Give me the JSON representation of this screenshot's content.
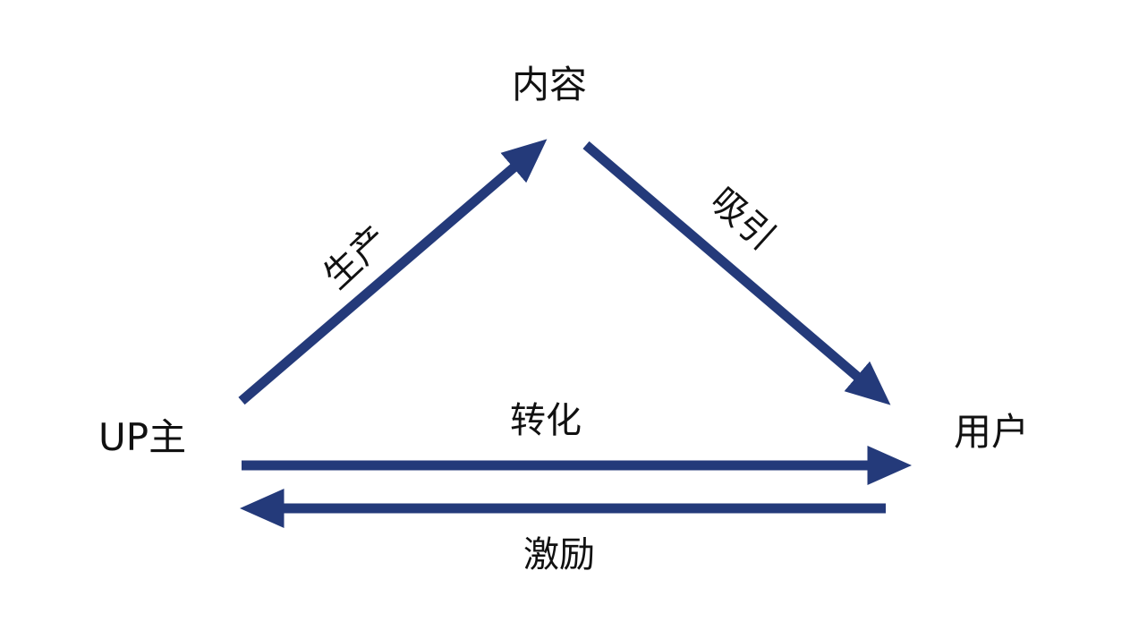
{
  "nodes": {
    "content": "内容",
    "creator": "UP主",
    "user": "用户"
  },
  "edges": {
    "produce": "生产",
    "attract": "吸引",
    "convert": "转化",
    "incentive": "激励"
  },
  "colors": {
    "arrow": "#243a7a",
    "text": "#111111",
    "background": "#ffffff"
  }
}
